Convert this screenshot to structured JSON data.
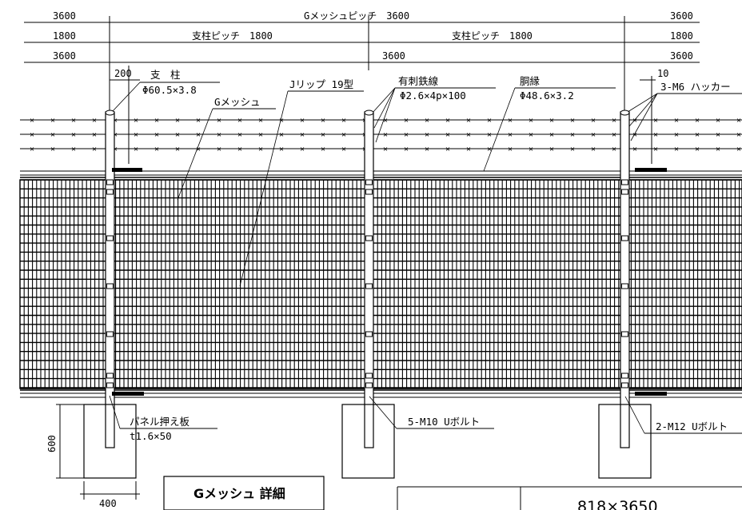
{
  "dimensions": {
    "row1": {
      "left": "3600",
      "center": "Gメッシュピッチ　3600",
      "right": "3600"
    },
    "row2": {
      "left": "1800",
      "center_left": "支柱ピッチ　1800",
      "center_right": "支柱ピッチ　1800",
      "right": "1800"
    },
    "row3": {
      "left": "3600",
      "center": "3600",
      "right": "3600"
    },
    "small_left": "200",
    "small_right": "10",
    "height_600": "600",
    "width_400": "400"
  },
  "labels": {
    "post_name": "支　柱",
    "post_spec": "Φ60.5×3.8",
    "g_mesh": "Gメッシュ",
    "j_lip": "Jリップ 19型",
    "barbed_wire_name": "有刺鉄線",
    "barbed_wire_spec": "Φ2.6×4p×100",
    "rail_name": "胴縁",
    "rail_spec": "Φ48.6×3.2",
    "hooker": "3-M6 ハッカー",
    "panel_plate_name": "パネル押え板",
    "panel_plate_spec": "t1.6×50",
    "u_bolt_5": "5-M10 Uボルト",
    "u_bolt_2": "2-M12 Uボルト"
  },
  "title_box": {
    "title": "Gメッシュ 詳細"
  },
  "spec_table": {
    "value": "818×3650"
  }
}
